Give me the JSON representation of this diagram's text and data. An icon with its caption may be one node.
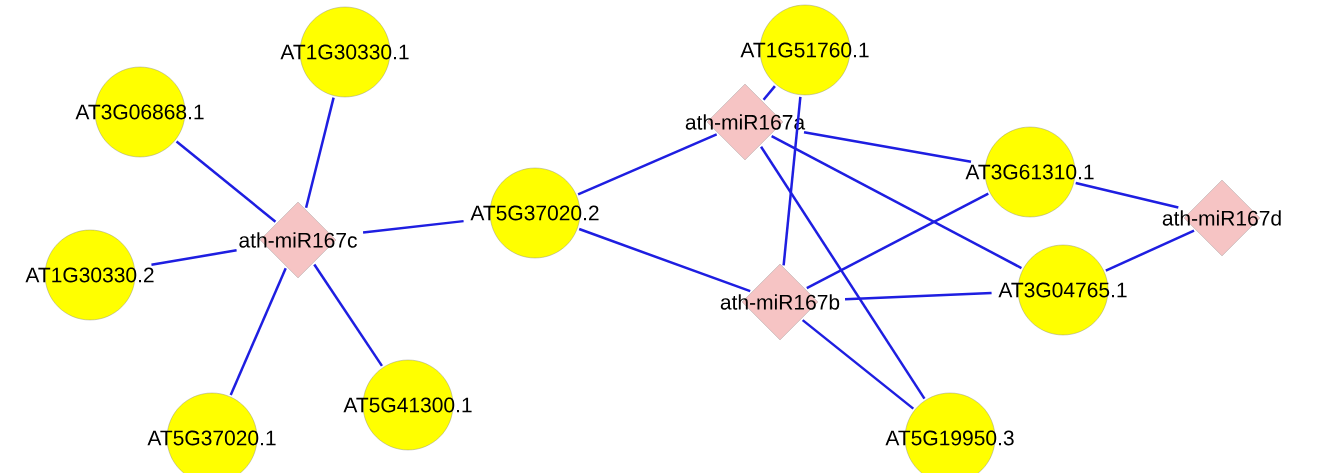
{
  "diagram": {
    "nodes": [
      {
        "text": [
          "AT3G06868.1"
        ]
      },
      {
        "text": [
          "AT1G30330.1"
        ]
      },
      {
        "text": [
          "ath-miR167c"
        ]
      },
      {
        "text": [
          "AT1G30330.2"
        ]
      },
      {
        "text": [
          "AT5G37020.1"
        ]
      },
      {
        "text": [
          "AT5G41300.1"
        ]
      },
      {
        "text": [
          "AT5G37020.2"
        ]
      },
      {
        "text": [
          "AT1G51760.1"
        ]
      },
      {
        "text": [
          "ath-miR167a"
        ]
      },
      {
        "text": [
          "AT3G61310.1"
        ]
      },
      {
        "text": [
          "ath-miR167b"
        ]
      },
      {
        "text": [
          "AT3G04765.1"
        ]
      },
      {
        "text": [
          "AT5G19950.3"
        ]
      },
      {
        "text": [
          "ath-miR167d"
        ]
      }
    ],
    "edges": [
      {
        "from": 2,
        "to": 0,
        "arrow": "none"
      },
      {
        "from": 2,
        "to": 1,
        "arrow": "none"
      },
      {
        "from": 2,
        "to": 3,
        "arrow": "none"
      },
      {
        "from": 2,
        "to": 4,
        "arrow": "none"
      },
      {
        "from": 2,
        "to": 5,
        "arrow": "none"
      },
      {
        "from": 2,
        "to": 6,
        "arrow": "none"
      },
      {
        "from": 6,
        "to": 8,
        "arrow": "none"
      },
      {
        "from": 6,
        "to": 10,
        "arrow": "none"
      },
      {
        "from": 8,
        "to": 7,
        "arrow": "none"
      },
      {
        "from": 8,
        "to": 9,
        "arrow": "none"
      },
      {
        "from": 8,
        "to": 11,
        "arrow": "none"
      },
      {
        "from": 8,
        "to": 12,
        "arrow": "none"
      },
      {
        "from": 10,
        "to": 7,
        "arrow": "none"
      },
      {
        "from": 10,
        "to": 9,
        "arrow": "none"
      },
      {
        "from": 10,
        "to": 11,
        "arrow": "none"
      },
      {
        "from": 10,
        "to": 12,
        "arrow": "none"
      },
      {
        "from": 13,
        "to": 9,
        "arrow": "none"
      },
      {
        "from": 13,
        "to": 11,
        "arrow": "none"
      }
    ]
  }
}
